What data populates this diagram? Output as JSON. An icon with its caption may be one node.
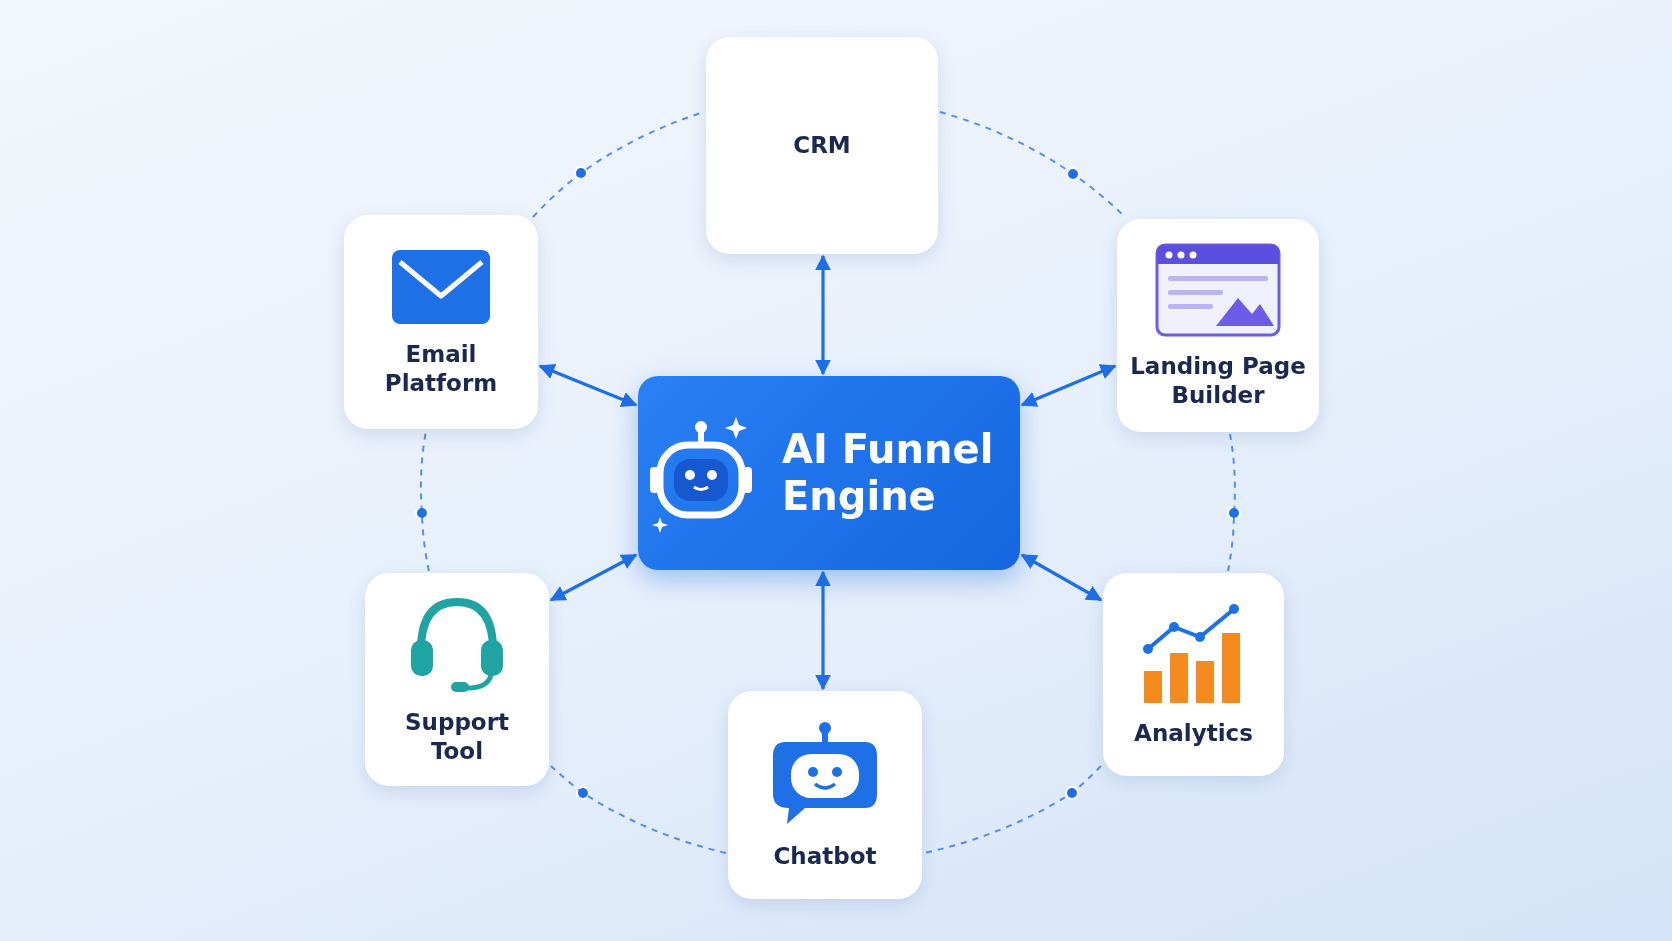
{
  "diagram": {
    "nodes": [
      {
        "text": [
          "CRM"
        ]
      },
      {
        "text": [
          "Email Platform"
        ]
      },
      {
        "text": [
          "Landing Page Builder"
        ]
      },
      {
        "text": [
          "AI Funnel Engine"
        ]
      },
      {
        "text": [
          "Support Tool"
        ]
      },
      {
        "text": [
          "Analytics"
        ]
      },
      {
        "text": [
          "Chatbot"
        ]
      }
    ],
    "edges": [
      {
        "from": 3,
        "to": 0,
        "arrow": "both"
      },
      {
        "from": 3,
        "to": 1,
        "arrow": "both"
      },
      {
        "from": 3,
        "to": 2,
        "arrow": "both"
      },
      {
        "from": 3,
        "to": 4,
        "arrow": "both"
      },
      {
        "from": 3,
        "to": 5,
        "arrow": "both"
      },
      {
        "from": 3,
        "to": 6,
        "arrow": "both"
      },
      {
        "from": 1,
        "to": 0,
        "arrow": "none",
        "style": "dashed"
      },
      {
        "from": 0,
        "to": 2,
        "arrow": "none",
        "style": "dashed"
      },
      {
        "from": 2,
        "to": 5,
        "arrow": "none",
        "style": "dashed"
      },
      {
        "from": 5,
        "to": 6,
        "arrow": "none",
        "style": "dashed"
      },
      {
        "from": 6,
        "to": 4,
        "arrow": "none",
        "style": "dashed"
      },
      {
        "from": 4,
        "to": 1,
        "arrow": "none",
        "style": "dashed"
      }
    ]
  }
}
